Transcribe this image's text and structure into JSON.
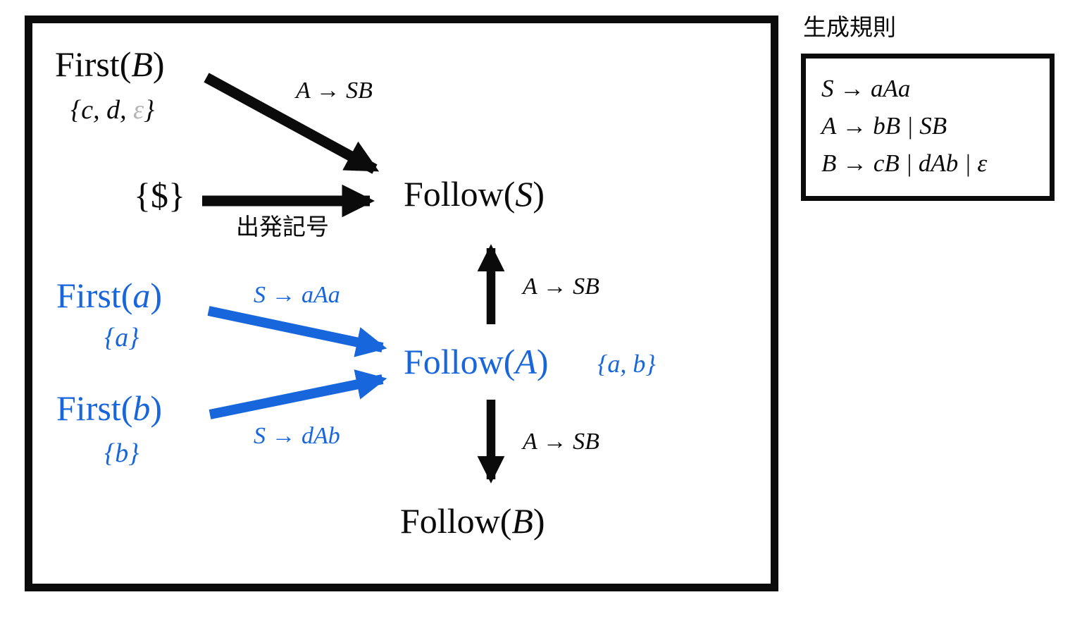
{
  "colors": {
    "ink": "#0b0b0b",
    "accent_blue": "#1766db",
    "muted_gray": "#b5b5b5"
  },
  "nodes": {
    "first_b": {
      "fn": "First(",
      "arg": "B",
      "close": ")",
      "set_prefix": "{c, d, ",
      "set_epsilon": "ε",
      "set_close": "}"
    },
    "start_symbol_set": "{$}",
    "follow_s": {
      "fn": "Follow(",
      "arg": "S",
      "close": ")"
    },
    "first_a": {
      "fn": "First(",
      "arg": "a",
      "close": ")",
      "set": "{a}"
    },
    "first_b_lower": {
      "fn": "First(",
      "arg": "b",
      "close": ")",
      "set": "{b}"
    },
    "follow_a": {
      "fn": "Follow(",
      "arg": "A",
      "close": ")",
      "set": "{a, b}"
    },
    "follow_b": {
      "fn": "Follow(",
      "arg": "B",
      "close": ")"
    }
  },
  "edge_labels": {
    "first_b_to_follow_s": "A → SB",
    "start_to_follow_s": "出発記号",
    "first_a_to_follow_a": "S → aAa",
    "first_b_to_follow_a": "S → dAb",
    "follow_a_to_follow_s": "A → SB",
    "follow_a_to_follow_b": "A → SB"
  },
  "rules_panel": {
    "title": "生成規則",
    "rules": [
      "S → aAa",
      "A → bB | SB",
      "B → cB | dAb | ε"
    ]
  }
}
